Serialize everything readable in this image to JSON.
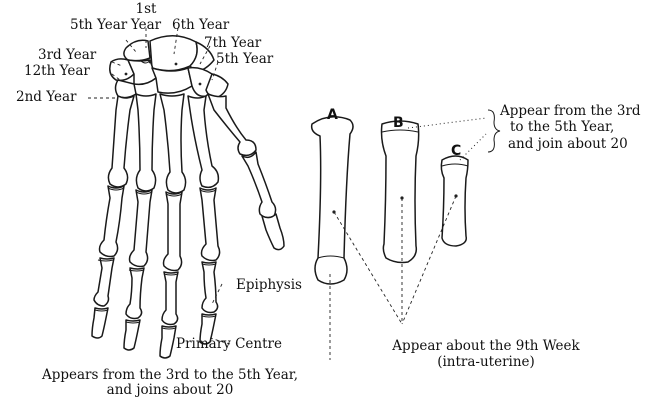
{
  "labels": {
    "first_year_line1": "1st",
    "first_year_line2": "Year",
    "fifth_year_left": "5th Year",
    "sixth_year": "6th Year",
    "seventh_year": "7th Year",
    "fifth_year_right": "5th Year",
    "third_year": "3rd Year",
    "twelfth_year": "12th Year",
    "second_year": "2nd Year",
    "epiphysis": "Epiphysis",
    "primary_centre": "Primary Centre",
    "appears_line1": "Appears from the 3rd to the 5th Year,",
    "appears_line2": "and joins about 20",
    "appear_from_line1": "Appear from the 3rd",
    "appear_from_line2": "to the 5th Year,",
    "appear_from_line3": "and join about 20",
    "ninth_week_line1": "Appear about the 9th Week",
    "ninth_week_line2": "(intra-uterine)"
  },
  "bones": {
    "a": "A",
    "b": "B",
    "c": "C"
  }
}
